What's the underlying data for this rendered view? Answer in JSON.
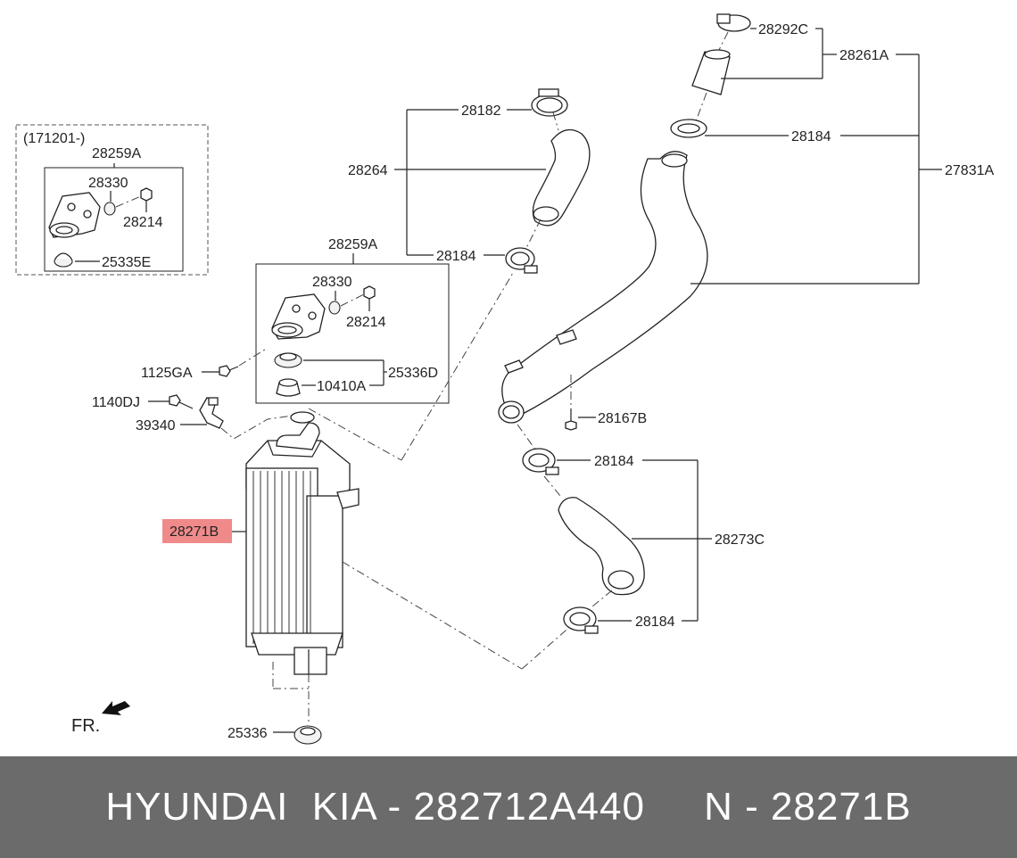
{
  "labels": {
    "variant_date": "(171201-)",
    "bracket_kit_top": "28259A",
    "bracket_kit_main": "28259A",
    "insulator_a": "28330",
    "insulator_b": "28330",
    "nut_a": "28214",
    "nut_b": "28214",
    "grommet_top": "25335E",
    "grommet_set": "25336D",
    "bolt_1125": "1125GA",
    "bolt_1140": "1140DJ",
    "sensor": "39340",
    "clamp_10410": "10410A",
    "clamp_28182": "28182",
    "hose_28264": "28264",
    "clamp_left": "28184",
    "clamp_upper_right": "28184",
    "clamp_mid": "28184",
    "clamp_lower": "28184",
    "clamp_28292": "28292C",
    "hose_28261": "28261A",
    "pipe_assembly": "27831A",
    "bolt_28167": "28167B",
    "hose_28273": "28273C",
    "intercooler": "28271B",
    "bottom_grommet": "25336",
    "front": "FR."
  },
  "highlight_color": "#f08a8a",
  "footer": {
    "text": "HYUNDAI  KIA - 282712A440     N - 28271B",
    "background": "#6b6b6b"
  }
}
